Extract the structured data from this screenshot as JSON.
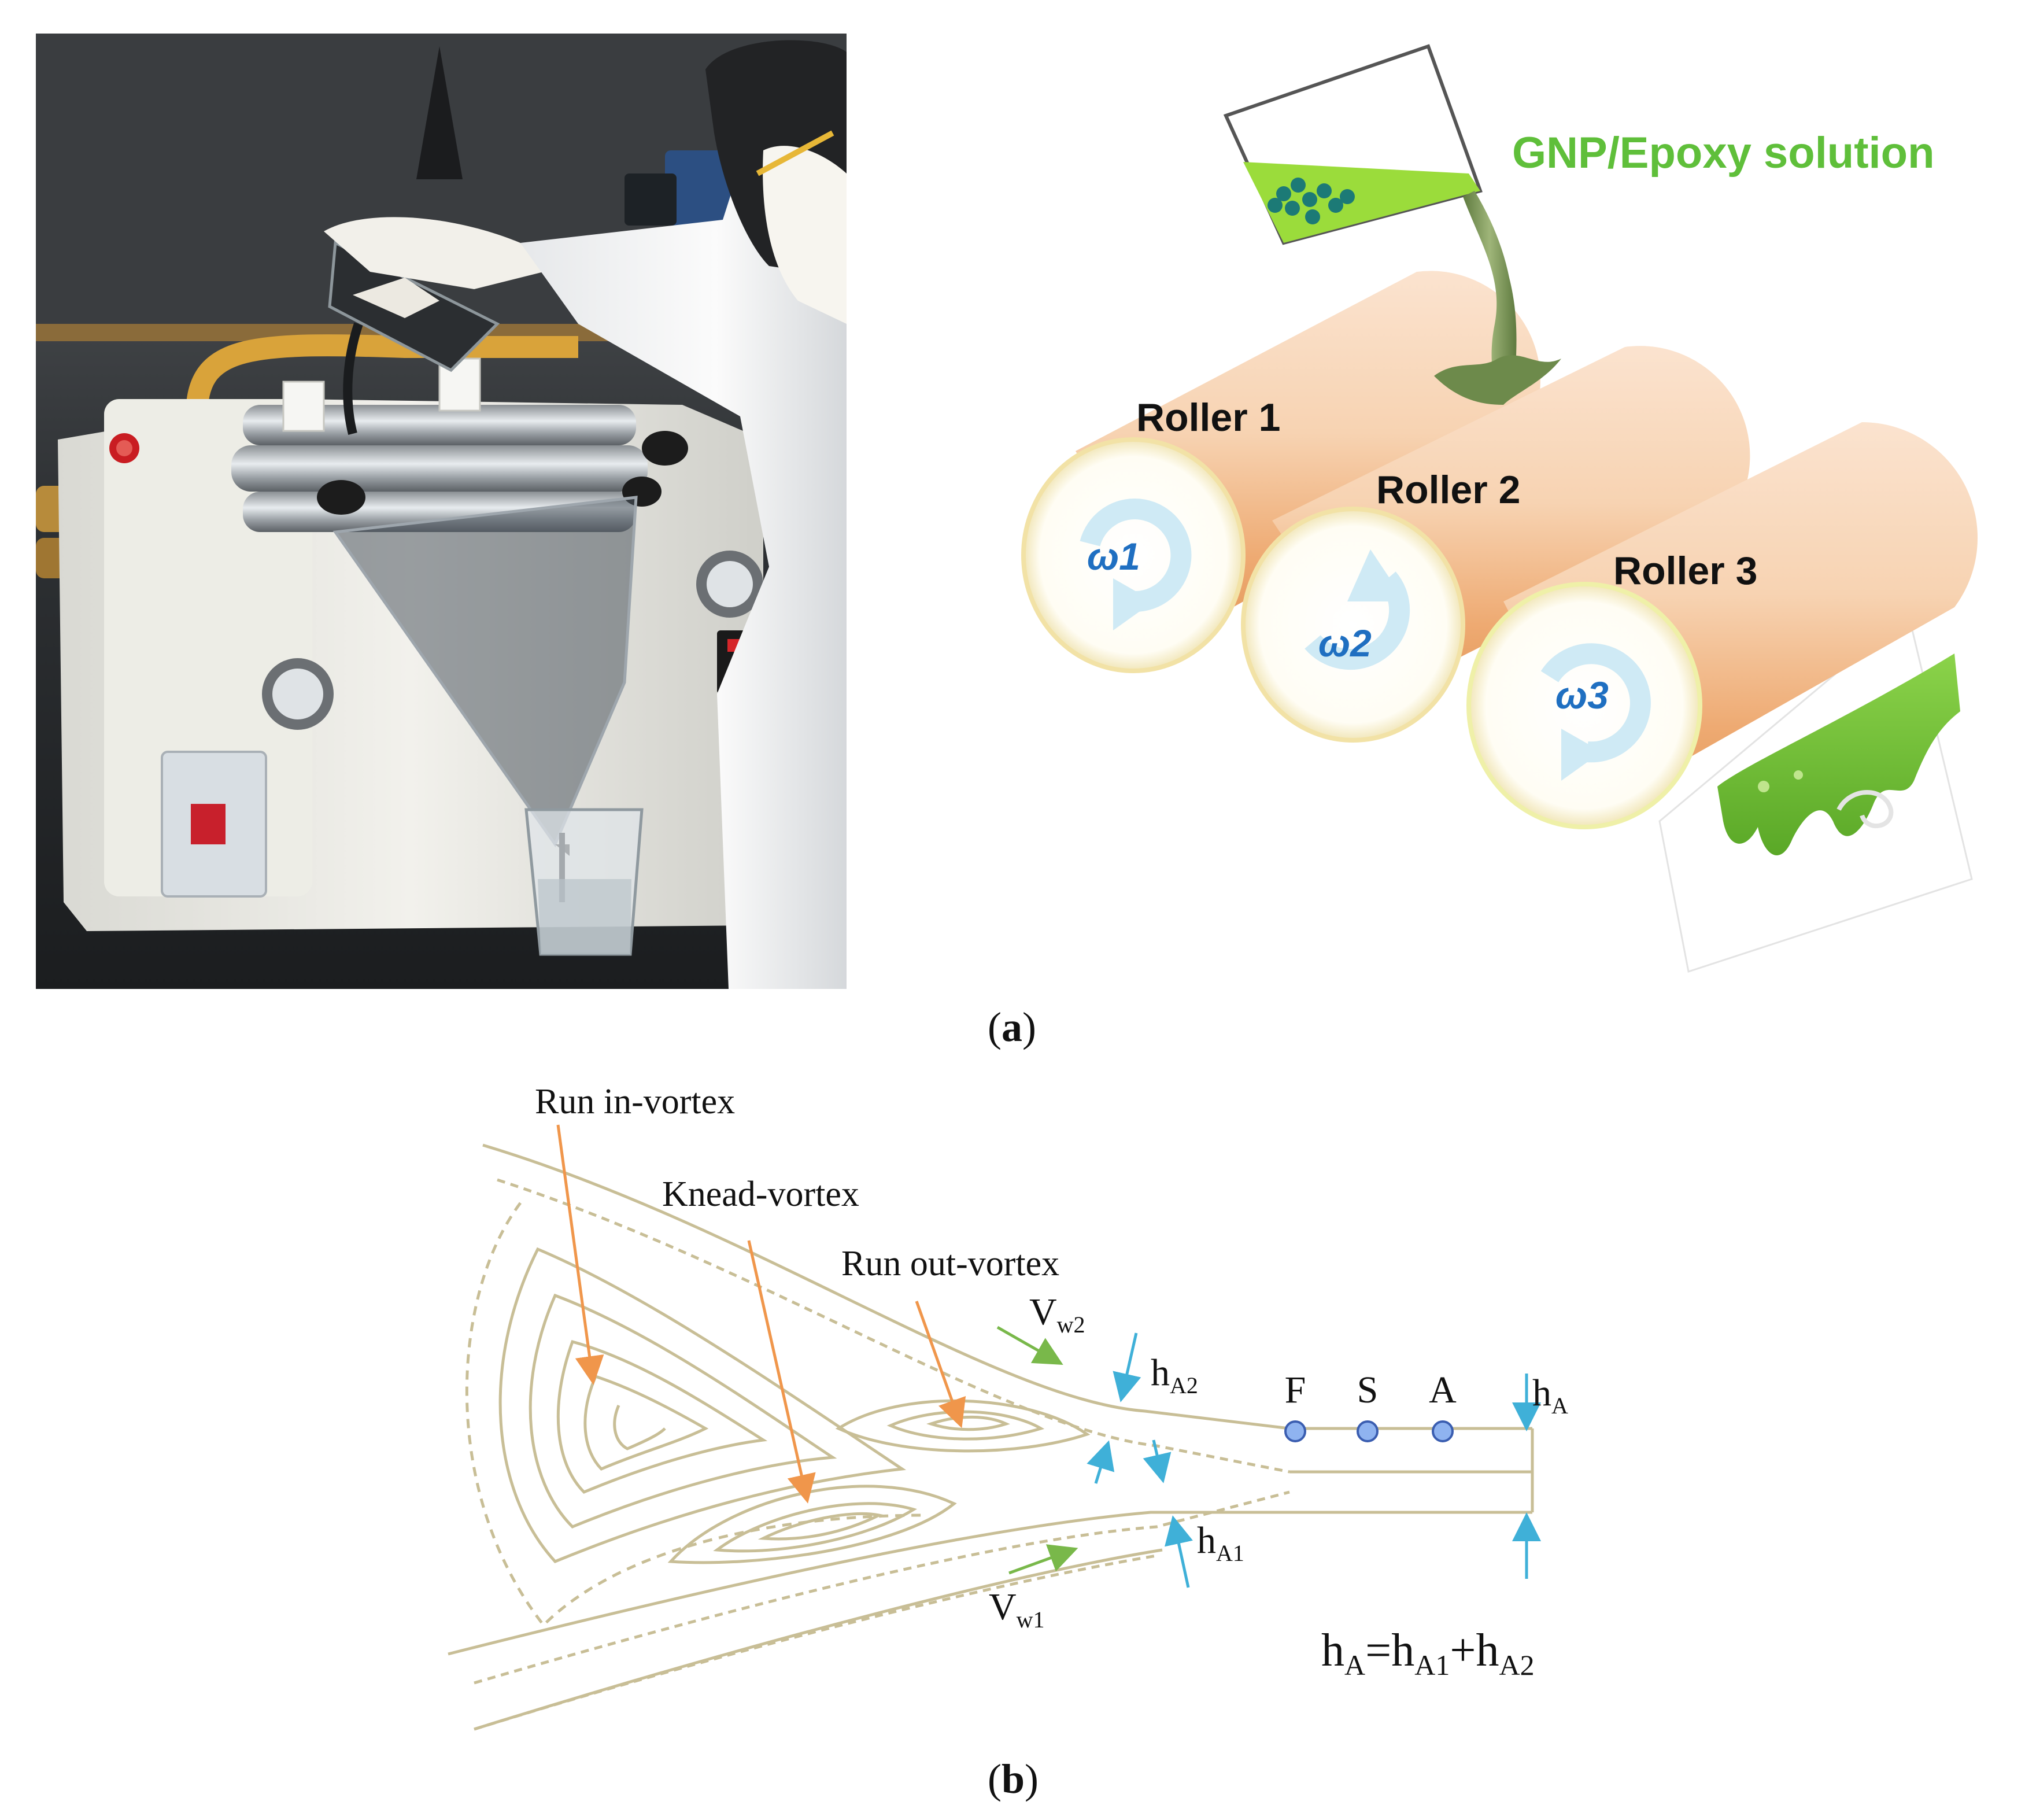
{
  "panel_a": {
    "caption_open": "(",
    "caption_letter": "a",
    "caption_close": ")",
    "solution_label": "GNP/Epoxy solution",
    "rollers": [
      {
        "label": "Roller 1",
        "omega": "ω1"
      },
      {
        "label": "Roller 2",
        "omega": "ω2"
      },
      {
        "label": "Roller 3",
        "omega": "ω3"
      }
    ],
    "colors": {
      "solution_green": "#5fbf3a",
      "omega_blue": "#1f6fc1",
      "roller_base": "#f5c9a0"
    }
  },
  "panel_b": {
    "caption_open": "(",
    "caption_letter": "b",
    "caption_close": ")",
    "vortex_labels": {
      "run_in": "Run in-vortex",
      "knead": "Knead-vortex",
      "run_out": "Run out-vortex"
    },
    "velocity": {
      "vw2_base": "V",
      "vw2_sub": "w2",
      "vw1_base": "V",
      "vw1_sub": "w1"
    },
    "gaps": {
      "ha2_base": "h",
      "ha2_sub": "A2",
      "ha1_base": "h",
      "ha1_sub": "A1",
      "ha_base": "h",
      "ha_sub": "A"
    },
    "points": [
      "F",
      "S",
      "A"
    ],
    "equation": {
      "lhs_base": "h",
      "lhs_sub": "A",
      "eq": "=",
      "t1_base": "h",
      "t1_sub": "A1",
      "plus": "+",
      "t2_base": "h",
      "t2_sub": "A2"
    },
    "colors": {
      "streamline": "#c8be96",
      "orange_arrow": "#f0964b",
      "green_arrow": "#79b84a",
      "blue_arrow": "#3fb0d8",
      "point_fill": "#8fb3f0"
    }
  }
}
